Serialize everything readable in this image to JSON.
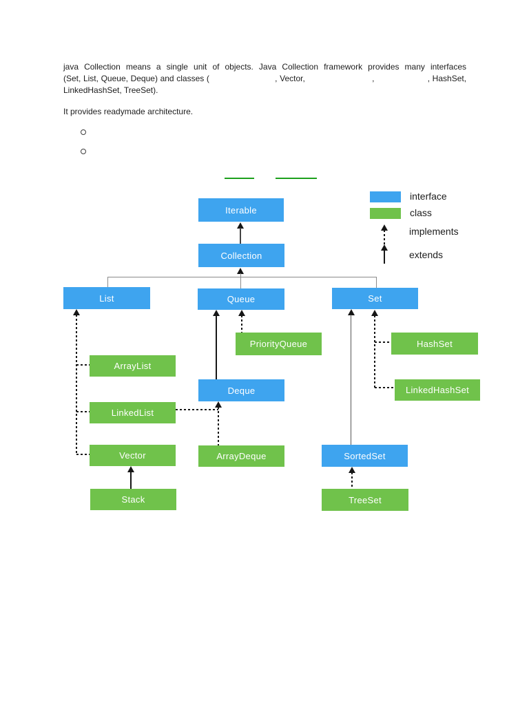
{
  "document": {
    "intro": {
      "line1": "java Collection means a single unit of objects. Java Collection framework provides many interfaces",
      "line2": {
        "seg1": "(Set, List, Queue, Deque) and classes (",
        "seg2": ", Vector,",
        "seg3": ",",
        "seg4": ", HashSet,"
      },
      "line3": "LinkedHashSet, TreeSet)."
    },
    "para2": "It provides readymade architecture.",
    "bullets": [
      {
        "label": ""
      },
      {
        "label": ""
      }
    ]
  },
  "legend": {
    "interface_label": "interface",
    "class_label": "class",
    "implements_label": "implements",
    "extends_label": "extends"
  },
  "diagram": {
    "nodes": {
      "iterable": "Iterable",
      "collection": "Collection",
      "list": "List",
      "queue": "Queue",
      "set": "Set",
      "priority_queue": "PriorityQueue",
      "hashset": "HashSet",
      "arraylist": "ArrayList",
      "deque": "Deque",
      "linkedhashset": "LinkedHashSet",
      "linkedlist": "LinkedList",
      "vector": "Vector",
      "arraydeque": "ArrayDeque",
      "sortedset": "SortedSet",
      "stack": "Stack",
      "treeset": "TreeSet"
    },
    "node_types": {
      "iterable": "interface",
      "collection": "interface",
      "list": "interface",
      "queue": "interface",
      "set": "interface",
      "deque": "interface",
      "sortedset": "interface",
      "priority_queue": "class",
      "hashset": "class",
      "arraylist": "class",
      "linkedhashset": "class",
      "linkedlist": "class",
      "vector": "class",
      "arraydeque": "class",
      "stack": "class",
      "treeset": "class"
    },
    "edges": [
      {
        "from": "Collection",
        "to": "Iterable",
        "type": "extends"
      },
      {
        "from": "List",
        "to": "Collection",
        "type": "extends"
      },
      {
        "from": "Queue",
        "to": "Collection",
        "type": "extends"
      },
      {
        "from": "Set",
        "to": "Collection",
        "type": "extends"
      },
      {
        "from": "ArrayList",
        "to": "List",
        "type": "implements"
      },
      {
        "from": "LinkedList",
        "to": "List",
        "type": "implements"
      },
      {
        "from": "Vector",
        "to": "List",
        "type": "implements"
      },
      {
        "from": "Stack",
        "to": "Vector",
        "type": "extends"
      },
      {
        "from": "Deque",
        "to": "Queue",
        "type": "extends"
      },
      {
        "from": "PriorityQueue",
        "to": "Queue",
        "type": "implements"
      },
      {
        "from": "ArrayDeque",
        "to": "Deque",
        "type": "implements"
      },
      {
        "from": "LinkedList",
        "to": "Deque",
        "type": "implements"
      },
      {
        "from": "SortedSet",
        "to": "Set",
        "type": "extends"
      },
      {
        "from": "HashSet",
        "to": "Set",
        "type": "implements"
      },
      {
        "from": "LinkedHashSet",
        "to": "Set",
        "type": "implements"
      },
      {
        "from": "TreeSet",
        "to": "SortedSet",
        "type": "implements"
      }
    ]
  },
  "colors": {
    "interface_blue": "#3ea4ef",
    "class_green": "#70c24b",
    "underline_green": "#1ca01c",
    "text": "#1c1c1c"
  }
}
